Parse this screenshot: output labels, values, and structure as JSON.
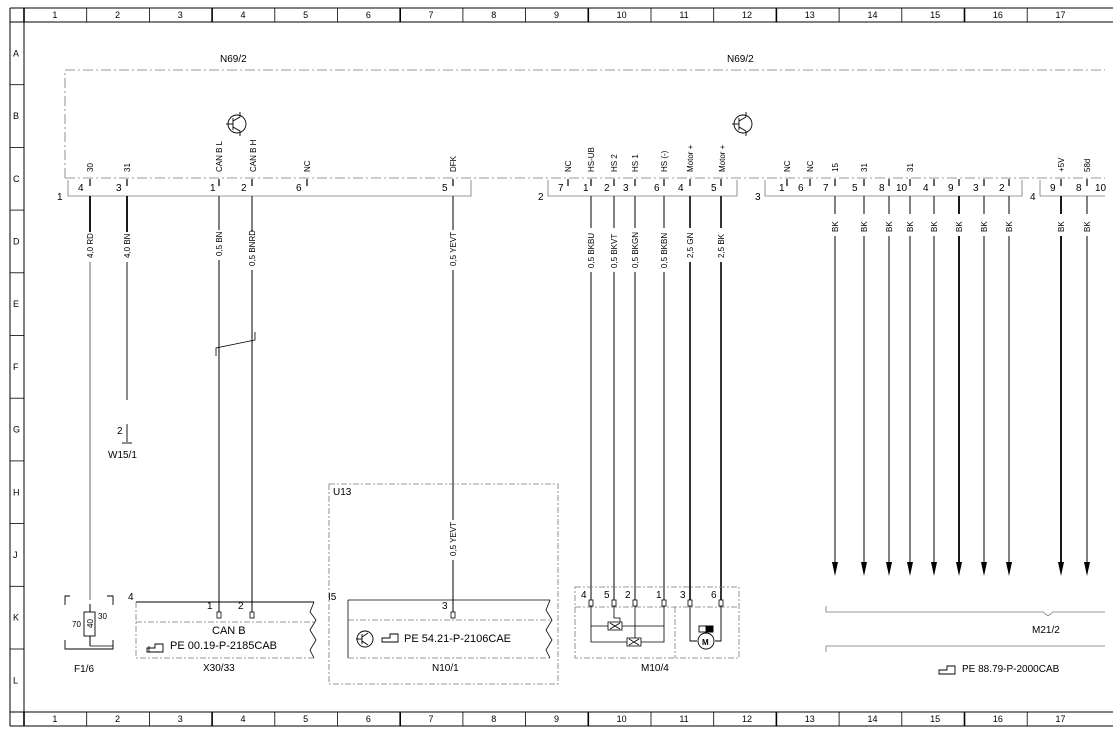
{
  "grid": {
    "columns": [
      "1",
      "2",
      "3",
      "4",
      "5",
      "6",
      "7",
      "8",
      "9",
      "10",
      "11",
      "12",
      "13",
      "14",
      "15",
      "16",
      "17"
    ],
    "rows": [
      "A",
      "B",
      "C",
      "D",
      "E",
      "F",
      "G",
      "H",
      "J",
      "K",
      "L"
    ]
  },
  "components": {
    "n69_2_left": "N69/2",
    "n69_2_right": "N69/2",
    "w15_1": "W15/1",
    "w15_1_pin": "2",
    "f1_6": "F1/6",
    "f1_6_pins": [
      "70",
      "40",
      "30"
    ],
    "x30_33": "X30/33",
    "x30_33_num": "4",
    "x30_33_inner": "CAN B",
    "x30_33_pins": [
      "1",
      "2"
    ],
    "x30_33_ref": "PE 00.19-P-2185CAB",
    "u13": "U13",
    "n10_1": "N10/1",
    "n10_1_num": "I5",
    "n10_1_pin": "3",
    "n10_1_ref": "PE 54.21-P-2106CAE",
    "m10_4": "M10/4",
    "m10_4_pins": [
      "4",
      "5",
      "2",
      "1",
      "3",
      "6"
    ],
    "m21_2": "M21/2",
    "m21_2_ref": "PE 88.79-P-2000CAB"
  },
  "connectors": {
    "c1": {
      "num": "1",
      "pins": [
        "4",
        "3",
        "1",
        "2",
        "6",
        "5"
      ],
      "labels": [
        "30",
        "31",
        "CAN B L",
        "CAN B H",
        "NC",
        "DFK"
      ]
    },
    "c2": {
      "num": "2",
      "pins": [
        "7",
        "1",
        "2",
        "3",
        "6",
        "4",
        "5"
      ],
      "labels": [
        "NC",
        "HS-UB",
        "HS 2",
        "HS 1",
        "HS (-)",
        "Motor +",
        "Motor +"
      ]
    },
    "c3": {
      "num": "3",
      "pins": [
        "1",
        "6",
        "7",
        "5",
        "8",
        "10",
        "4",
        "9",
        "3",
        "2"
      ],
      "labels": [
        "NC",
        "NC",
        "15",
        "31",
        "31"
      ]
    },
    "c4": {
      "num": "4",
      "pins": [
        "9",
        "8",
        "10"
      ],
      "labels": [
        "+5V",
        "58d"
      ]
    }
  },
  "wires": {
    "left": [
      "4,0 RD",
      "4,0 BN",
      "0,5 BN",
      "0,5 BNRD",
      "0,5 YEVT"
    ],
    "right": [
      "0,5 BKBU",
      "0,5 BKVT",
      "0,5 BKGN",
      "0,5 BKBN",
      "2,5 GN",
      "2,5 BK"
    ],
    "u13_wire": "0,5 YEVT",
    "bk": "BK"
  },
  "icons": [
    "transistor-icon",
    "hand-pointer-icon",
    "motor-icon",
    "resistor-icon"
  ]
}
